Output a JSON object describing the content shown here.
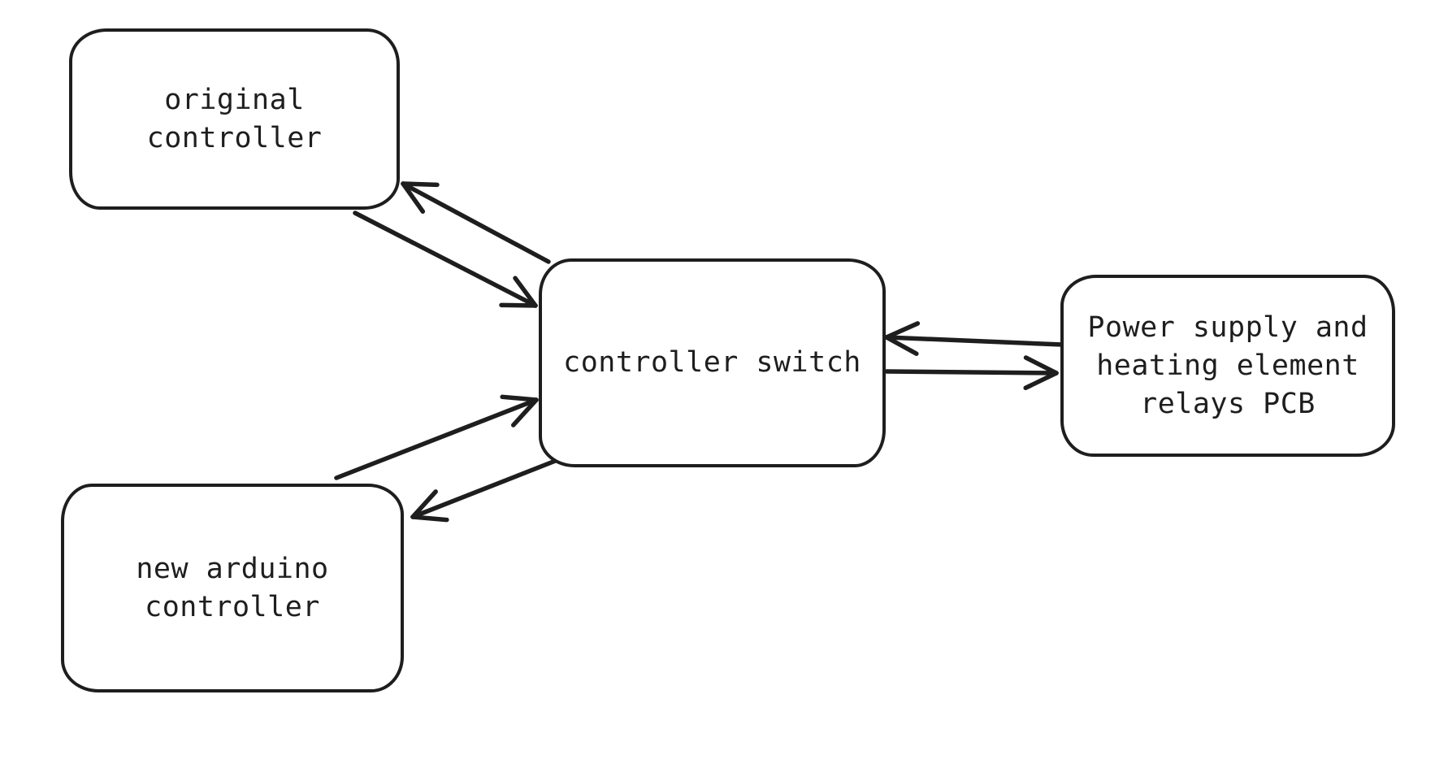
{
  "canvas": {
    "background": "#ffffff",
    "stroke_color": "#1e1e1e",
    "text_color": "#1e1e1e"
  },
  "nodes": {
    "original": {
      "label": "original\ncontroller"
    },
    "switch": {
      "label": "controller switch"
    },
    "pcb": {
      "label": "Power supply and\nheating element\nrelays PCB"
    },
    "arduino": {
      "label": "new arduino\ncontroller"
    }
  },
  "edges": [
    {
      "id": "original-to-switch",
      "from": "original controller",
      "to": "controller switch"
    },
    {
      "id": "switch-to-original",
      "from": "controller switch",
      "to": "original controller"
    },
    {
      "id": "arduino-to-switch",
      "from": "new arduino controller",
      "to": "controller switch"
    },
    {
      "id": "switch-to-arduino",
      "from": "controller switch",
      "to": "new arduino controller"
    },
    {
      "id": "pcb-to-switch",
      "from": "Power supply and heating element relays PCB",
      "to": "controller switch"
    },
    {
      "id": "switch-to-pcb",
      "from": "controller switch",
      "to": "Power supply and heating element relays PCB"
    }
  ]
}
